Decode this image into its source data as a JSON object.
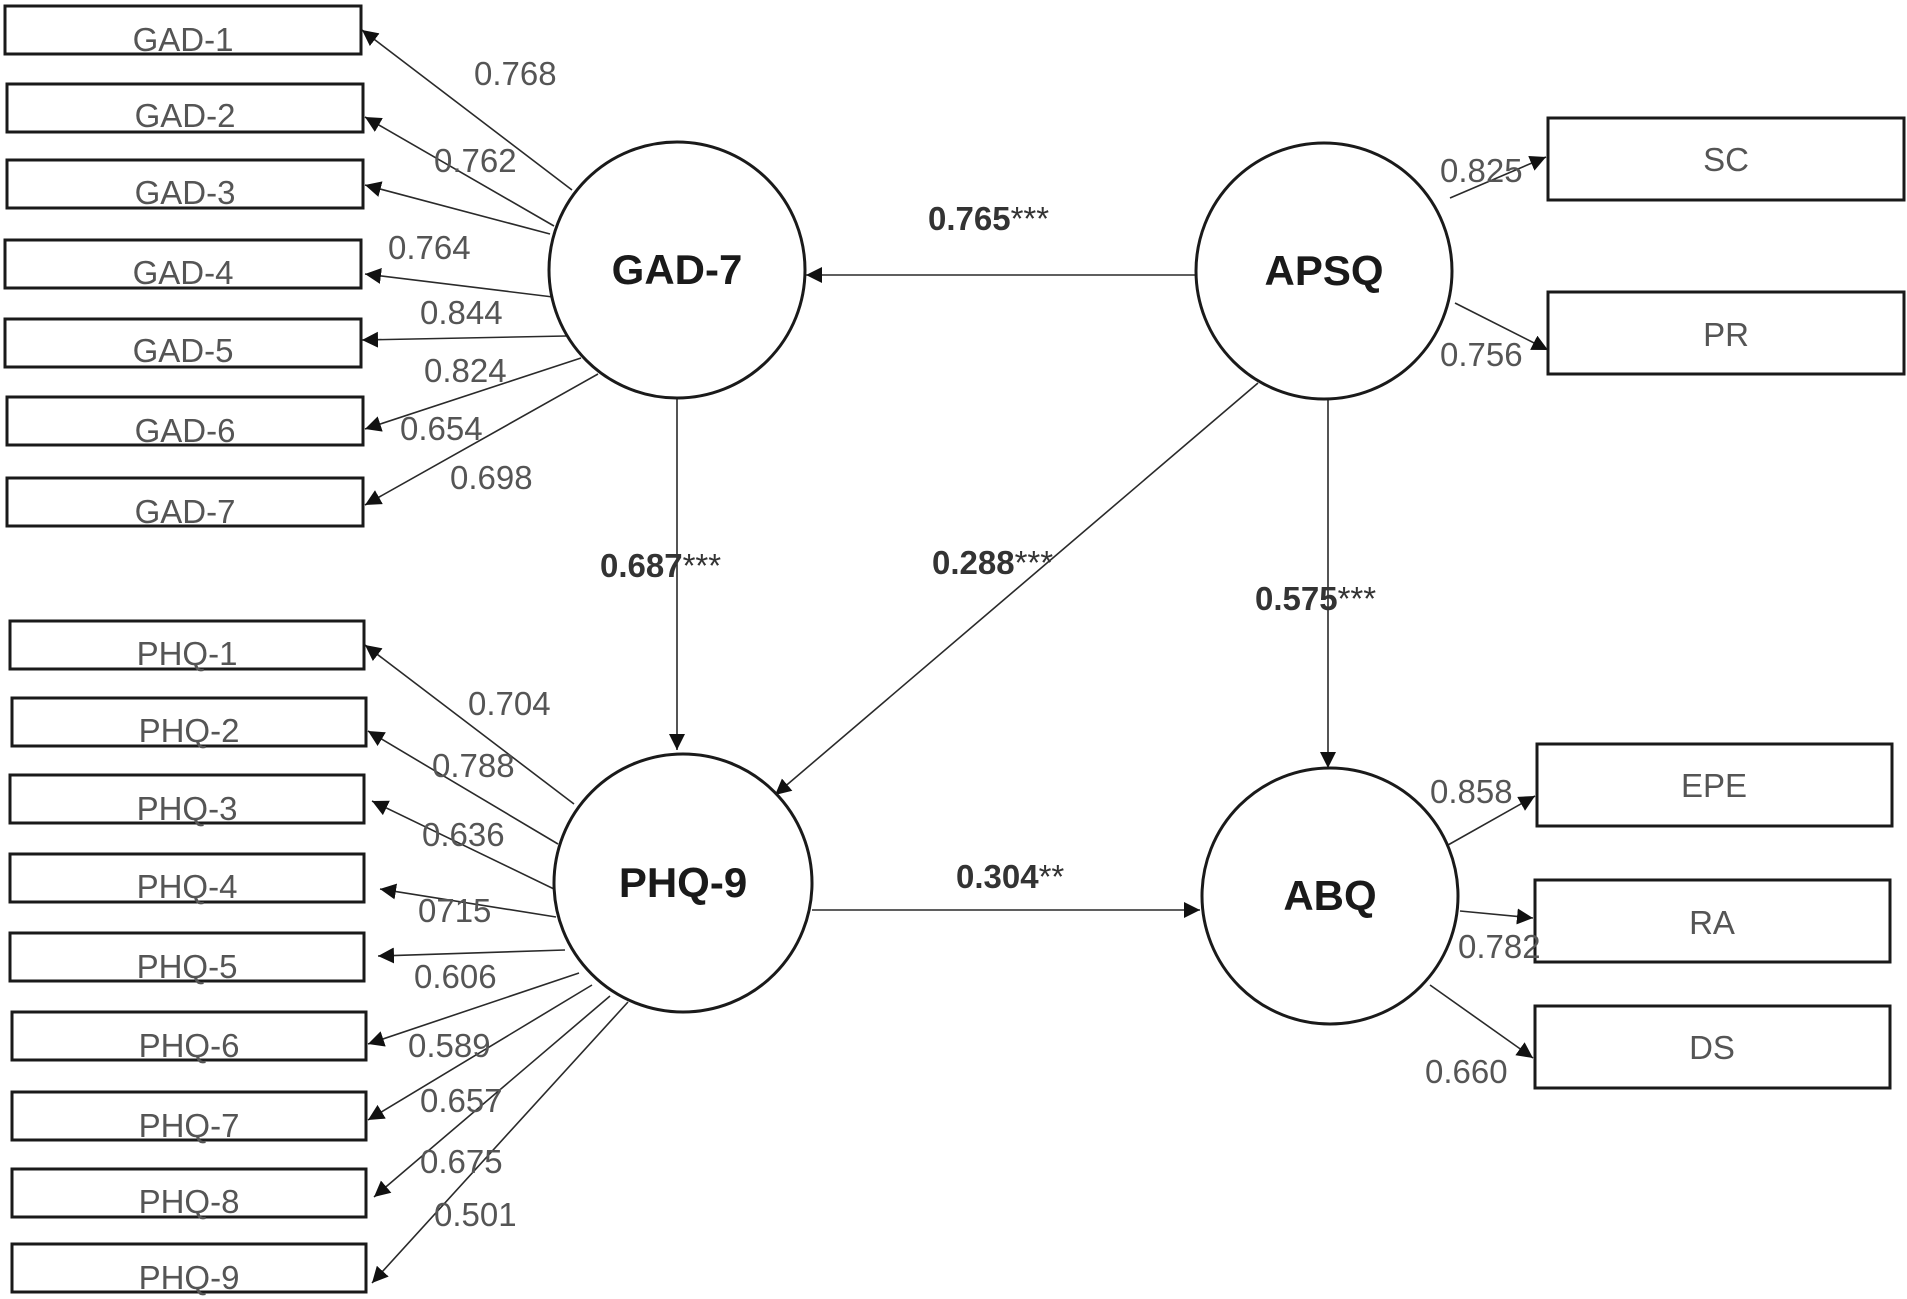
{
  "latents": {
    "gad7": "GAD-7",
    "apsq": "APSQ",
    "phq9": "PHQ-9",
    "abq": "ABQ"
  },
  "indicators": {
    "gad": [
      "GAD-1",
      "GAD-2",
      "GAD-3",
      "GAD-4",
      "GAD-5",
      "GAD-6",
      "GAD-7"
    ],
    "phq": [
      "PHQ-1",
      "PHQ-2",
      "PHQ-3",
      "PHQ-4",
      "PHQ-5",
      "PHQ-6",
      "PHQ-7",
      "PHQ-8",
      "PHQ-9"
    ],
    "apsq": [
      "SC",
      "PR"
    ],
    "abq": [
      "EPE",
      "RA",
      "DS"
    ]
  },
  "loadings": {
    "gad": [
      "0.768",
      "0.762",
      "0.764",
      "0.844",
      "0.824",
      "0.654",
      "0.698"
    ],
    "phq": [
      "0.704",
      "0.788",
      "0.636",
      "0715",
      "0.606",
      "0.589",
      "0.657",
      "0.675",
      "0.501"
    ],
    "apsq": [
      "0.825",
      "0.756"
    ],
    "abq": [
      "0.858",
      "0.782",
      "0.660"
    ]
  },
  "paths": {
    "apsq_gad7": {
      "value": "0.765",
      "sig": "***"
    },
    "gad7_phq9": {
      "value": "0.687",
      "sig": "***"
    },
    "apsq_phq9": {
      "value": "0.288",
      "sig": "***"
    },
    "apsq_abq": {
      "value": "0.575",
      "sig": "***"
    },
    "phq9_abq": {
      "value": "0.304",
      "sig": "**"
    }
  },
  "colors": {
    "stroke": "#1a1a1a",
    "indicator_text": "#555555",
    "latent_text": "#1a1a1a"
  }
}
